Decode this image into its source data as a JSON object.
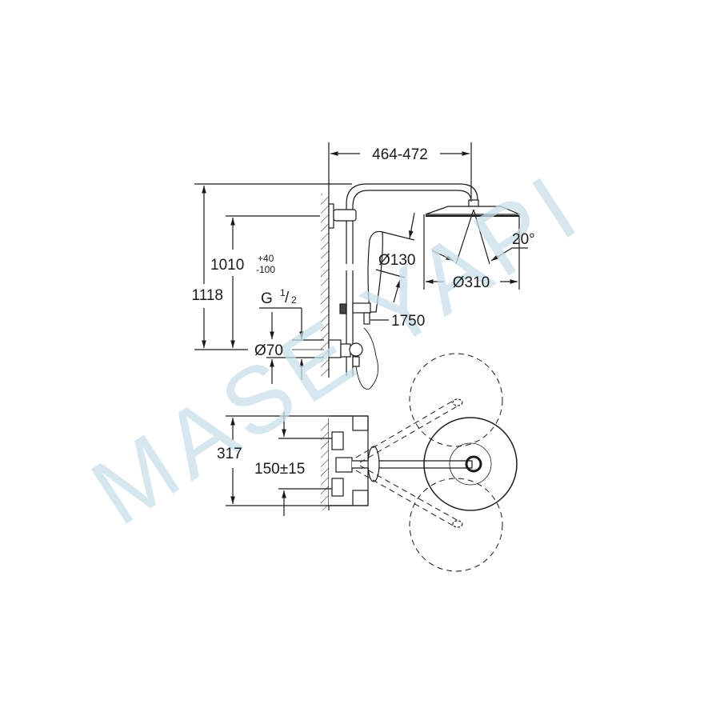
{
  "watermark": "MASE YAPI",
  "dimensions": {
    "arm_projection": "464-472",
    "total_height": "1118",
    "outlet_height": "1010",
    "outlet_tol_plus": "+40",
    "outlet_tol_minus": "-100",
    "thread_g": "G",
    "thread_num": "1",
    "thread_den": "2",
    "rosette_diameter": "Ø70",
    "hand_shower_diameter": "Ø130",
    "head_shower_diameter": "Ø310",
    "tilt_angle": "20°",
    "hose_length": "1750",
    "plan_depth": "317",
    "inlet_spacing": "150±15"
  }
}
